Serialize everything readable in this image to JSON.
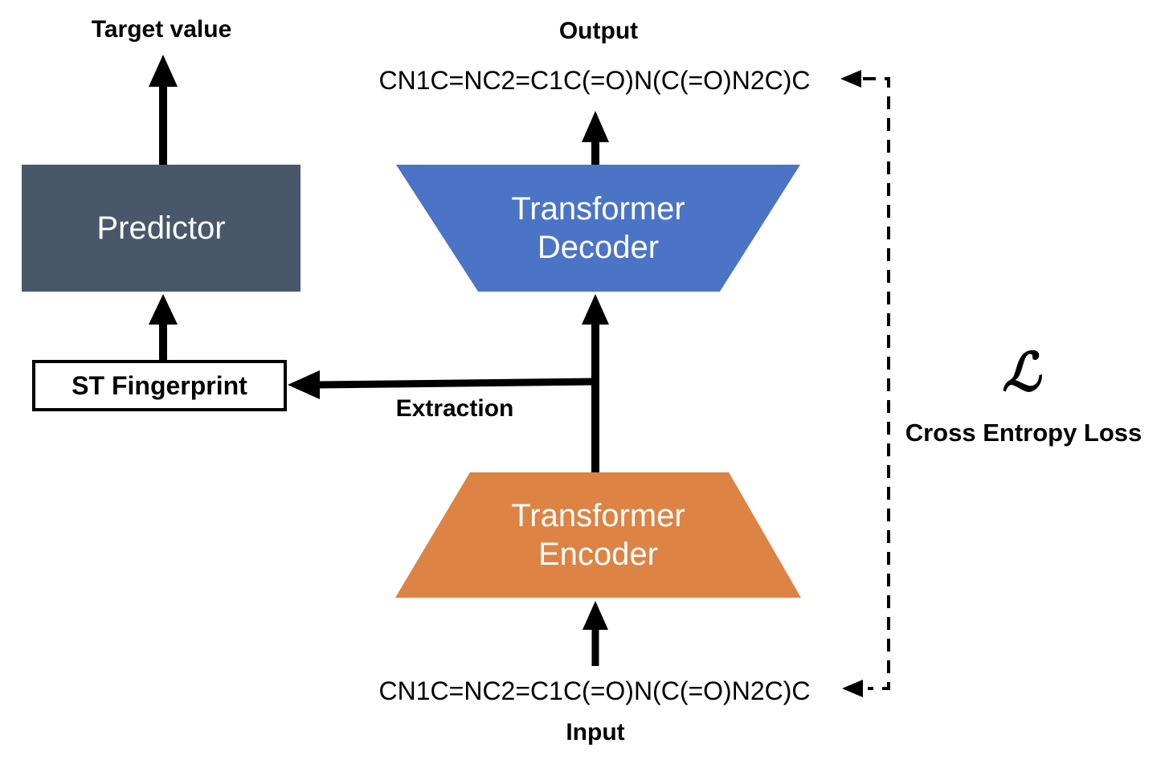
{
  "diagram_title": "SMILES Transformer self-supervised training with ST Fingerprint extraction",
  "colors": {
    "predictor_fill": "#48586A",
    "decoder_fill": "#4B74C6",
    "encoder_fill": "#DD8344",
    "box_text": "#FFFFFF",
    "line_color": "#000000",
    "background": "#FFFFFF"
  },
  "nodes": {
    "predictor": {
      "label": "Predictor"
    },
    "st_fingerprint": {
      "label": "ST Fingerprint"
    },
    "decoder": {
      "line1": "Transformer",
      "line2": "Decoder"
    },
    "encoder": {
      "line1": "Transformer",
      "line2": "Encoder"
    }
  },
  "labels": {
    "target_value": "Target value",
    "output": "Output",
    "output_smiles": "CN1C=NC2=C1C(=O)N(C(=O)N2C)C",
    "input_smiles": "CN1C=NC2=C1C(=O)N(C(=O)N2C)C",
    "input": "Input",
    "extraction": "Extraction",
    "loss_symbol": "ℒ",
    "loss_label": "Cross Entropy Loss"
  },
  "arrows": {
    "predictor_to_target": "up",
    "st_fingerprint_to_predictor": "up",
    "encoder_to_decoder": "up",
    "decoder_to_output": "up",
    "input_to_encoder": "up",
    "extraction_to_st_fingerprint": "left",
    "loss_feedback": "dashed elbow from input SMILES up to output SMILES"
  }
}
